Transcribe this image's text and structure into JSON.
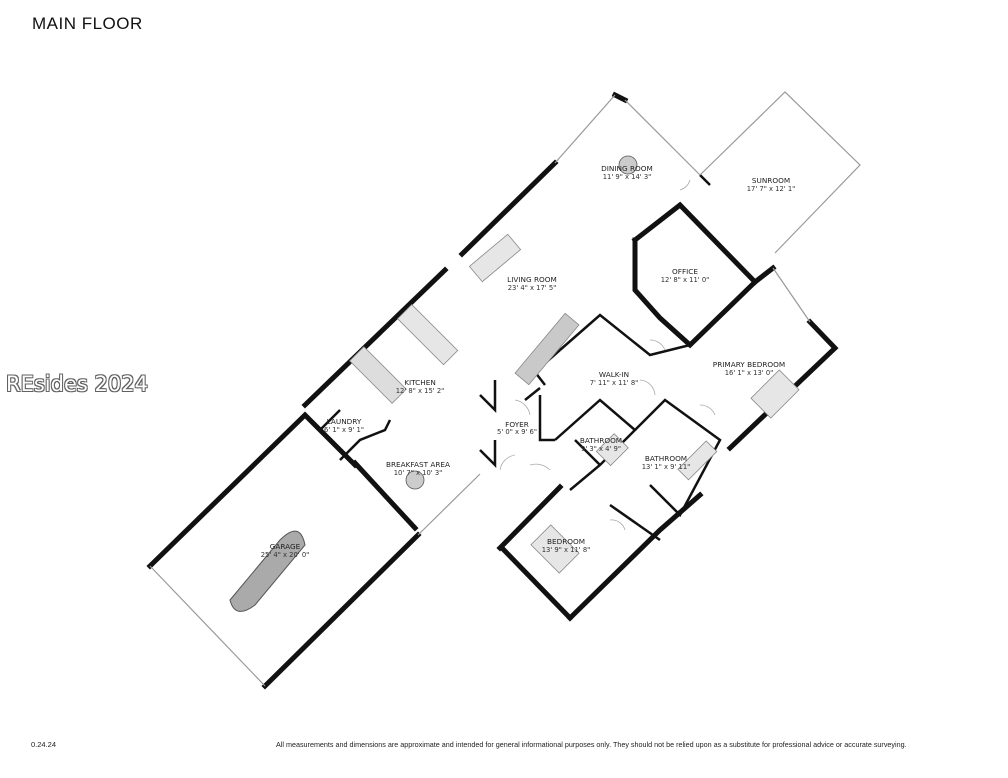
{
  "title": "MAIN FLOOR",
  "watermark": "REsides 2024",
  "version": "0.24.24",
  "disclaimer": "All measurements and dimensions are approximate and intended for general informational purposes only. They should not be relied upon as a substitute for professional advice or accurate surveying.",
  "rooms": [
    {
      "name": "DINING ROOM",
      "dims": "11' 9\" x 14' 3\""
    },
    {
      "name": "SUNROOM",
      "dims": "17' 7\" x 12' 1\""
    },
    {
      "name": "OFFICE",
      "dims": "12' 8\" x 11' 0\""
    },
    {
      "name": "LIVING ROOM",
      "dims": "23' 4\" x 17' 5\""
    },
    {
      "name": "KITCHEN",
      "dims": "12' 8\" x 15' 2\""
    },
    {
      "name": "PRIMARY BEDROOM",
      "dims": "16' 1\" x 13' 0\""
    },
    {
      "name": "WALK-IN",
      "dims": "7' 11\" x 11' 8\""
    },
    {
      "name": "LAUNDRY",
      "dims": "6' 1\" x 9' 1\""
    },
    {
      "name": "FOYER",
      "dims": "5' 0\" x 9' 6\""
    },
    {
      "name": "BATHROOM",
      "dims": "9' 3\" x 4' 9\""
    },
    {
      "name": "BATHROOM",
      "dims": "13' 1\" x 9' 11\""
    },
    {
      "name": "BREAKFAST AREA",
      "dims": "10' 7\" x 10' 3\""
    },
    {
      "name": "BEDROOM",
      "dims": "13' 9\" x 11' 8\""
    },
    {
      "name": "GARAGE",
      "dims": "25' 4\" x 20' 0\""
    }
  ]
}
